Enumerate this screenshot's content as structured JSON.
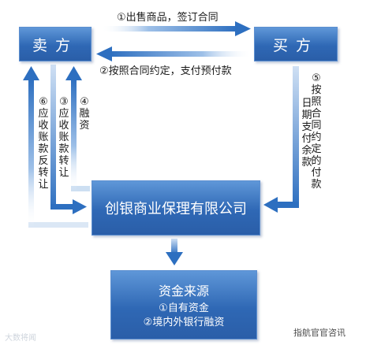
{
  "nodes": {
    "seller": "卖方",
    "buyer": "买方",
    "factor": "创银商业保理有限公司",
    "funds_title": "资金来源",
    "funds_line1": "①自有资金",
    "funds_line2": "②境内外银行融资"
  },
  "flows": {
    "f1": "①出售商品，签订合同",
    "f2": "②按照合同约定，支付预付款",
    "f3": "③应收账款转让",
    "f4": "④融资",
    "f5": "⑤按照合同约定的付款日期支付余款",
    "f6": "⑥应收账款反转让"
  },
  "watermarks": {
    "left": "大数将闻",
    "right": "指航官官咨讯"
  },
  "colors": {
    "box": "#2f68b5",
    "arrow": "#2d6fc0"
  }
}
